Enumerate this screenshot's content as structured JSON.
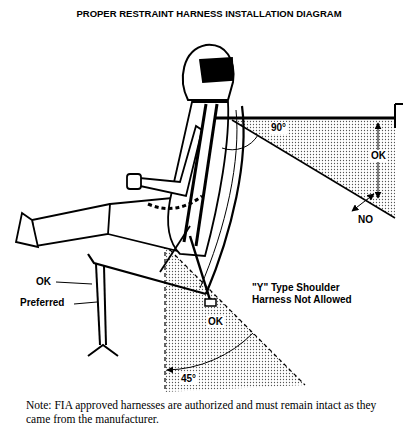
{
  "diagram": {
    "title": "PROPER RESTRAINT HARNESS INSTALLATION DIAGRAM",
    "caption": "Note: FIA approved harnesses are authorized and must remain intact as they came from the manufacturer.",
    "labels": [
      "OK",
      "90°",
      "NO",
      "\"Y\" Type Shoulder Harness Not Allowed",
      "OK",
      "Preferred",
      "OK",
      "45°"
    ]
  }
}
